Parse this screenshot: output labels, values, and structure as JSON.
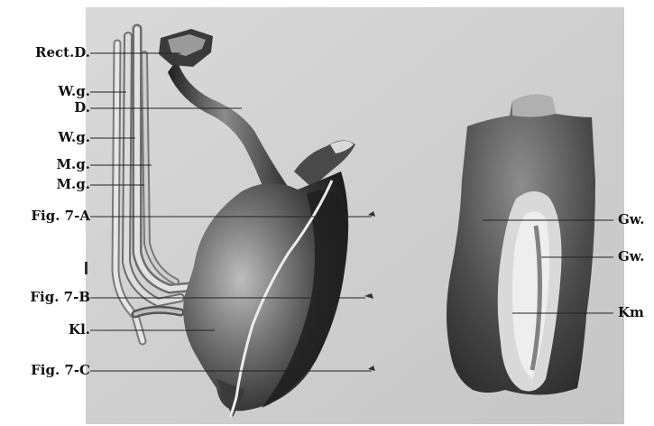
{
  "figure": {
    "labels_left": {
      "rect_d": "Rect.D.",
      "wg_1": "W.g.",
      "d": "D.",
      "wg_2": "W.g.",
      "mg_1": "M.g.",
      "mg_2": "M.g.",
      "fig_7a": "Fig. 7-A",
      "fig_7b": "Fig. 7-B",
      "kl": "Kl.",
      "fig_7c": "Fig. 7-C"
    },
    "labels_right": {
      "gw_1": "Gw.",
      "gw_2": "Gw.",
      "km": "Km"
    }
  }
}
